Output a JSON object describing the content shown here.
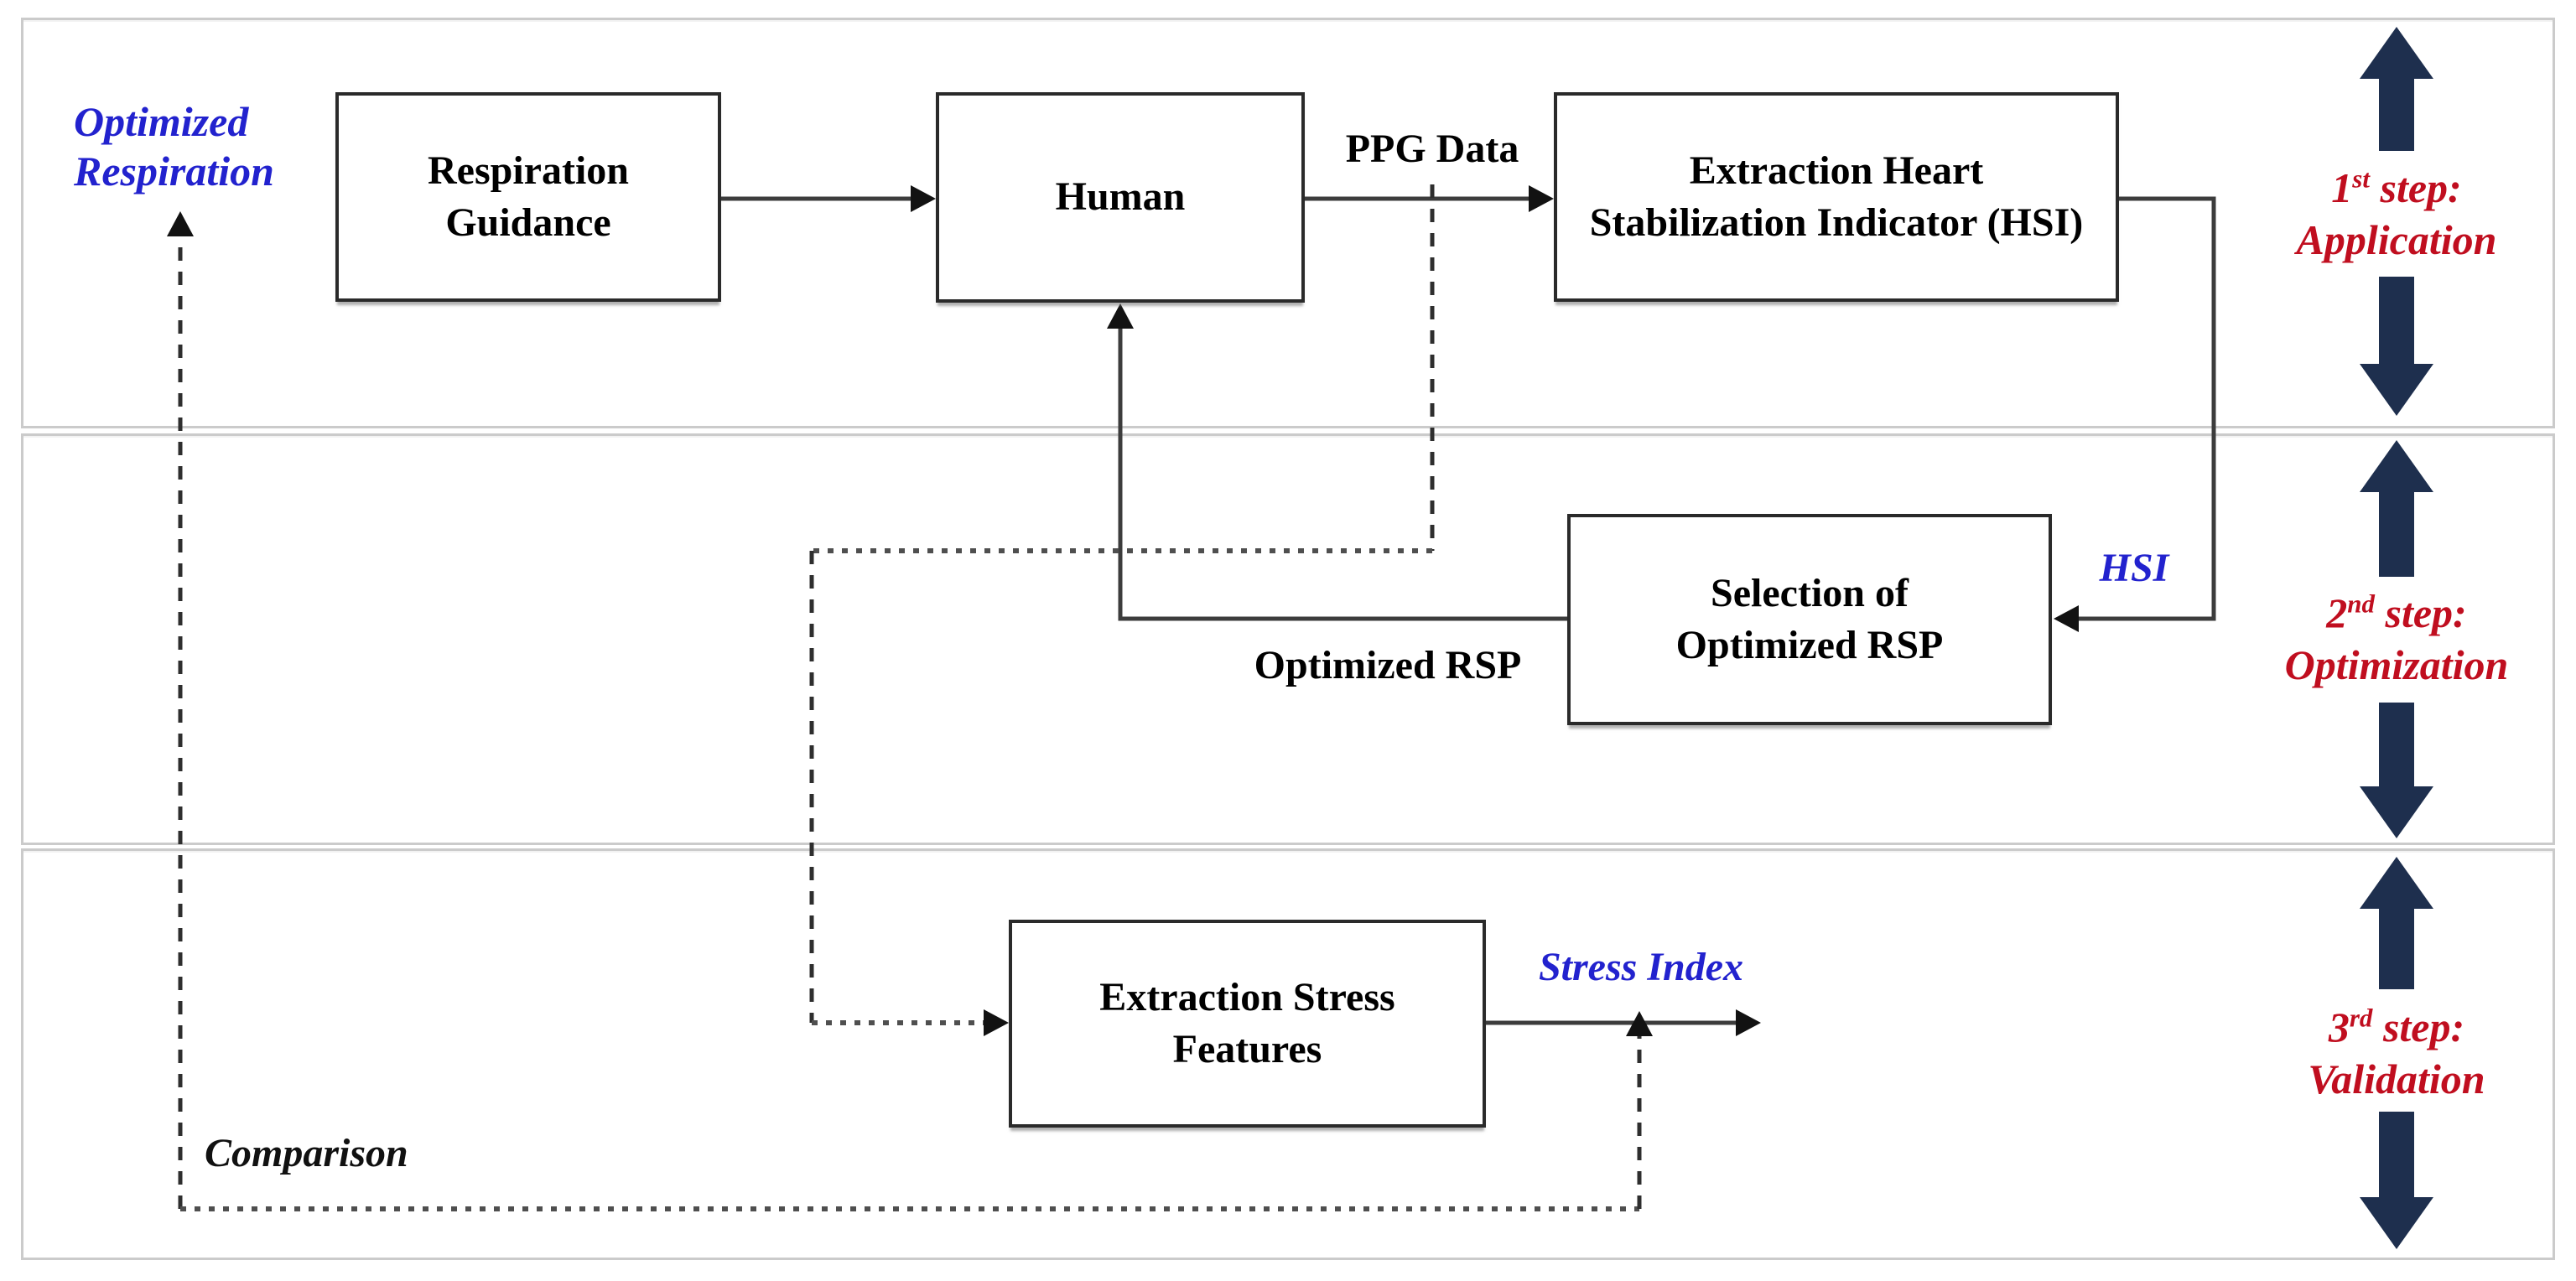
{
  "diagram": {
    "steps": [
      {
        "num": "1",
        "ord": "st",
        "word": "step:",
        "name": "Application"
      },
      {
        "num": "2",
        "ord": "nd",
        "word": "step:",
        "name": "Optimization"
      },
      {
        "num": "3",
        "ord": "rd",
        "word": "step:",
        "name": "Validation"
      }
    ],
    "boxes": {
      "respiration_guidance": {
        "line1": "Respiration",
        "line2": "Guidance"
      },
      "human": {
        "line1": "Human"
      },
      "extraction_hsi": {
        "line1": "Extraction Heart",
        "line2": "Stabilization Indicator (HSI)"
      },
      "selection_rsp": {
        "line1": "Selection of",
        "line2": "Optimized RSP"
      },
      "extraction_stress": {
        "line1": "Extraction Stress",
        "line2": "Features"
      }
    },
    "edge_labels": {
      "optimized_respiration_line1": "Optimized",
      "optimized_respiration_line2": "Respiration",
      "ppg_data": "PPG Data",
      "hsi": "HSI",
      "optimized_rsp": "Optimized RSP",
      "stress_index": "Stress Index",
      "comparison": "Comparison"
    },
    "colors": {
      "accent_navy": "#1E2F4E",
      "step_red": "#C00E1F",
      "signal_blue": "#2222CE",
      "line_dark": "#3C3C3C",
      "band_border": "#CBCBCB"
    }
  }
}
